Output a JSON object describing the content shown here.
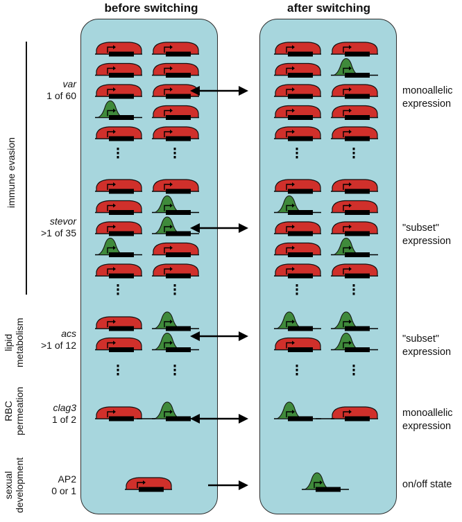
{
  "headers": {
    "before": "before switching",
    "after": "after switching"
  },
  "categories": {
    "immune": "immune evasion",
    "lipid": [
      "lipid",
      "metabolism"
    ],
    "rbc": [
      "RBC",
      "permeation"
    ],
    "sexual": [
      "sexual",
      "development"
    ]
  },
  "genes": [
    {
      "name": "var",
      "count": "1 of 60",
      "italic": true,
      "outcome": [
        "monoallelic",
        "expression"
      ]
    },
    {
      "name": "stevor",
      "count": ">1 of 35",
      "italic": true,
      "outcome": [
        "\"subset\"",
        "expression"
      ]
    },
    {
      "name": "acs",
      "count": ">1 of 12",
      "italic": true,
      "outcome": [
        "\"subset\"",
        "expression"
      ]
    },
    {
      "name": "clag3",
      "count": "1 of 2",
      "italic": true,
      "outcome": [
        "monoallelic",
        "expression"
      ]
    },
    {
      "name": "AP2",
      "count": "0 or 1",
      "italic": false,
      "outcome": [
        "on/off state"
      ]
    }
  ],
  "ellipsis": "⋮",
  "colors": {
    "panel": "#a7d6dd",
    "silenced": "#d0302b",
    "active": "#3f8a3b",
    "gene_body": "#000000"
  },
  "icons": {
    "silenced_gene": "red-heterochromatin-gene-icon",
    "active_gene": "green-euchromatin-gene-icon",
    "double_arrow": "double-headed-arrow-icon",
    "single_arrow": "right-arrow-icon"
  },
  "states": {
    "var": {
      "before": [
        [
          "S",
          "S"
        ],
        [
          "S",
          "S"
        ],
        [
          "S",
          "S"
        ],
        [
          "A",
          "S"
        ],
        [
          "S",
          "S"
        ]
      ],
      "after": [
        [
          "S",
          "S"
        ],
        [
          "S",
          "A"
        ],
        [
          "S",
          "S"
        ],
        [
          "S",
          "S"
        ],
        [
          "S",
          "S"
        ]
      ]
    },
    "stevor": {
      "before": [
        [
          "S",
          "S"
        ],
        [
          "S",
          "A"
        ],
        [
          "S",
          "A"
        ],
        [
          "A",
          "S"
        ],
        [
          "S",
          "S"
        ]
      ],
      "after": [
        [
          "S",
          "S"
        ],
        [
          "A",
          "S"
        ],
        [
          "S",
          "S"
        ],
        [
          "S",
          "A"
        ],
        [
          "S",
          "S"
        ]
      ]
    },
    "acs": {
      "before": [
        [
          "S",
          "A"
        ],
        [
          "S",
          "A"
        ]
      ],
      "after": [
        [
          "A",
          "A"
        ],
        [
          "S",
          "A"
        ]
      ]
    },
    "clag3": {
      "before": [
        [
          "S",
          "A"
        ]
      ],
      "after": [
        [
          "A",
          "S"
        ]
      ]
    },
    "ap2": {
      "before": [
        [
          "S"
        ]
      ],
      "after": [
        [
          "A"
        ]
      ]
    }
  }
}
